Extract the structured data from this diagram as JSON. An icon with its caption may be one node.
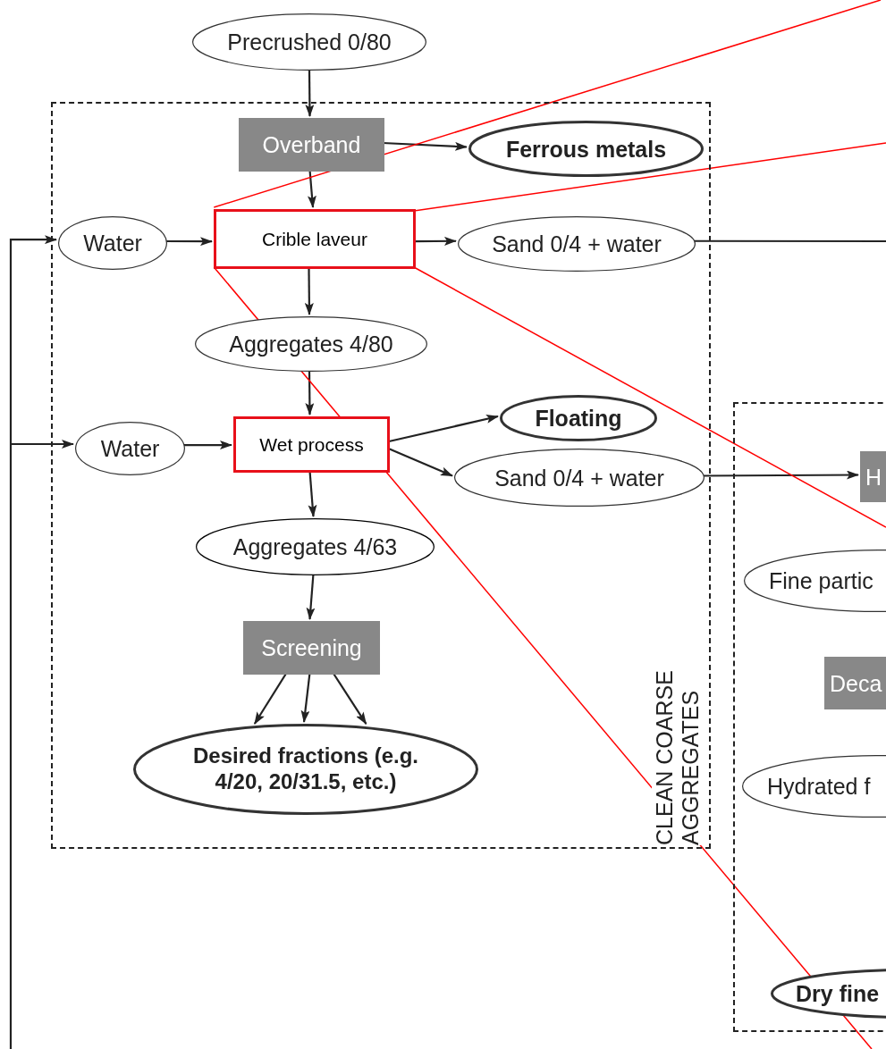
{
  "diagram": {
    "nodes": [
      {
        "text": [
          "Precrushed 0/80"
        ]
      },
      {
        "text": [
          "CLEAN COARSE AGGREGATES"
        ]
      },
      {
        "text": [
          "Overband"
        ],
        "in": 1
      },
      {
        "text": [
          "Ferrous metals"
        ],
        "in": 1
      },
      {
        "text": [
          "Water"
        ],
        "in": 1
      },
      {
        "text": [
          "Crible laveur"
        ],
        "in": 1
      },
      {
        "text": [
          "Sand 0/4 + water"
        ],
        "in": 1
      },
      {
        "text": [
          "Aggregates 4/80"
        ],
        "in": 1
      },
      {
        "text": [
          "Water"
        ],
        "in": 1
      },
      {
        "text": [
          "Wet process"
        ],
        "in": 1
      },
      {
        "text": [
          "Floating"
        ],
        "in": 1
      },
      {
        "text": [
          "Sand 0/4 + water"
        ],
        "in": 1
      },
      {
        "text": [
          "Aggregates 4/63"
        ],
        "in": 1
      },
      {
        "text": [
          "Screening"
        ],
        "in": 1
      },
      {
        "text": [
          "Desired fractions (e.g. 4/20, 20/31.5, etc.)"
        ],
        "in": 1
      },
      {
        "text": [],
        "shape": "box"
      },
      {
        "text": [
          "H"
        ],
        "in": 15
      },
      {
        "text": [
          "Fine partic"
        ],
        "in": 15
      },
      {
        "text": [
          "Deca"
        ],
        "in": 15
      },
      {
        "text": [
          "Hydrated f"
        ],
        "in": 15
      },
      {
        "text": [
          "Dry fine"
        ],
        "in": 15
      }
    ],
    "edges": [
      {
        "from": 0,
        "to": 2,
        "arrow": "to"
      },
      {
        "from": 2,
        "to": 3,
        "arrow": "to"
      },
      {
        "from": 2,
        "to": 5,
        "arrow": "to"
      },
      {
        "from": 4,
        "to": 5,
        "arrow": "to"
      },
      {
        "from": 5,
        "to": 6,
        "arrow": "to"
      },
      {
        "from": 6,
        "to": null,
        "arrow": "none"
      },
      {
        "from": 5,
        "to": 7,
        "arrow": "to"
      },
      {
        "from": 7,
        "to": 9,
        "arrow": "to"
      },
      {
        "from": 8,
        "to": 9,
        "arrow": "to"
      },
      {
        "from": 9,
        "to": 10,
        "arrow": "to"
      },
      {
        "from": 9,
        "to": 11,
        "arrow": "to"
      },
      {
        "from": 11,
        "to": 16,
        "arrow": "to"
      },
      {
        "from": 9,
        "to": 12,
        "arrow": "to"
      },
      {
        "from": 12,
        "to": 13,
        "arrow": "to"
      },
      {
        "from": 13,
        "to": 14,
        "arrow": "to"
      },
      {
        "from": 13,
        "to": 14,
        "arrow": "to"
      },
      {
        "from": 13,
        "to": 14,
        "arrow": "to"
      },
      {
        "from": null,
        "to": 4,
        "arrow": "to"
      },
      {
        "from": null,
        "to": 8,
        "arrow": "to"
      },
      {
        "from": 5,
        "to": null,
        "arrow": "none",
        "color": "#ff0000"
      },
      {
        "from": 5,
        "to": null,
        "arrow": "none",
        "color": "#ff0000"
      },
      {
        "from": 5,
        "to": null,
        "arrow": "none",
        "color": "#ff0000"
      },
      {
        "from": 5,
        "to": null,
        "arrow": "none",
        "color": "#ff0000"
      }
    ]
  }
}
